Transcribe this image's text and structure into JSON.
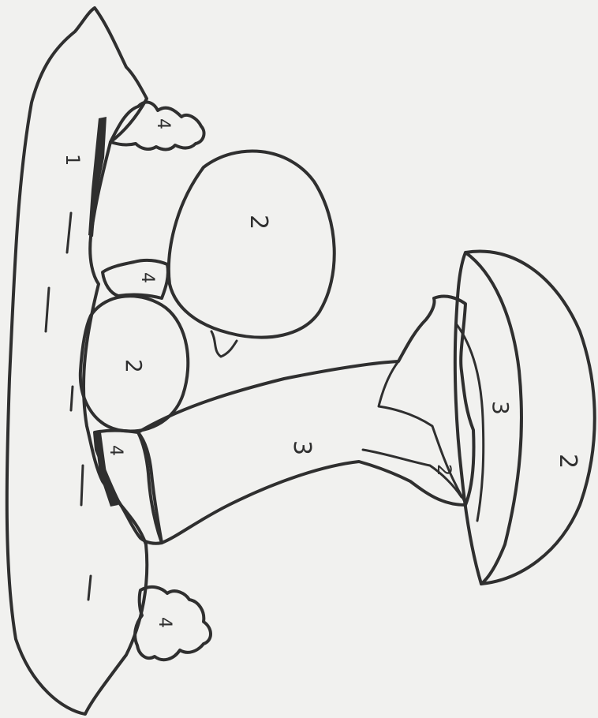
{
  "page": {
    "background": "#ececea",
    "ink_color": "#2f2f2f"
  },
  "labels": {
    "ground": "1",
    "cap_large": "2",
    "cap_small": "2",
    "cap_mushroom": "2",
    "stem_tab": "2",
    "stem": "3",
    "gills": "3",
    "moss_top": "4",
    "moss_mid": "4",
    "moss_base": "4",
    "moss_bottom": "4"
  }
}
